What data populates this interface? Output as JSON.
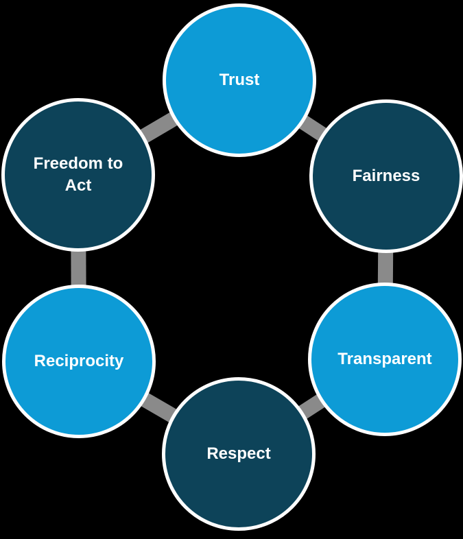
{
  "diagram": {
    "type": "cycle",
    "background_color": "#000000",
    "connector_color": "#8a8a8a",
    "node_border_color": "#ffffff",
    "label_color": "#ffffff",
    "palette": {
      "light_blue": "#0d9bd6",
      "dark_blue": "#0d4359"
    },
    "nodes": [
      {
        "id": "trust",
        "label": "Trust",
        "color_role": "light_blue"
      },
      {
        "id": "fairness",
        "label": "Fairness",
        "color_role": "dark_blue"
      },
      {
        "id": "transparent",
        "label": "Transparent",
        "color_role": "light_blue"
      },
      {
        "id": "respect",
        "label": "Respect",
        "color_role": "dark_blue"
      },
      {
        "id": "reciprocity",
        "label": "Reciprocity",
        "color_role": "light_blue"
      },
      {
        "id": "freedom-to-act",
        "label": "Freedom to Act",
        "color_role": "dark_blue"
      }
    ],
    "connections": [
      [
        "trust",
        "fairness"
      ],
      [
        "fairness",
        "transparent"
      ],
      [
        "transparent",
        "respect"
      ],
      [
        "respect",
        "reciprocity"
      ],
      [
        "reciprocity",
        "freedom-to-act"
      ],
      [
        "freedom-to-act",
        "trust"
      ]
    ]
  }
}
